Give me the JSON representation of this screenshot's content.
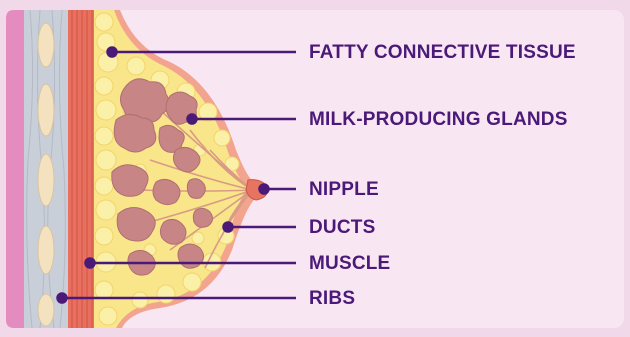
{
  "labels": {
    "fatty": "FATTY CONNECTIVE TISSUE",
    "glands": "MILK-PRODUCING GLANDS",
    "nipple": "NIPPLE",
    "ducts": "DUCTS",
    "muscle": "MUSCLE",
    "ribs": "RIBS"
  },
  "colors": {
    "background": "#f1d9ea",
    "panel": "#f8e7f3",
    "skin_pink": "#e48cc0",
    "ribs_gray": "#c9cfd8",
    "rib_bone": "#f3e1c0",
    "muscle_red": "#e9705e",
    "fat_yellow": "#f9e58a",
    "fat_globule": "#fbf0a8",
    "gland_mauve": "#c88586",
    "nipple": "#e6745e",
    "label_purple": "#4b1a78"
  }
}
